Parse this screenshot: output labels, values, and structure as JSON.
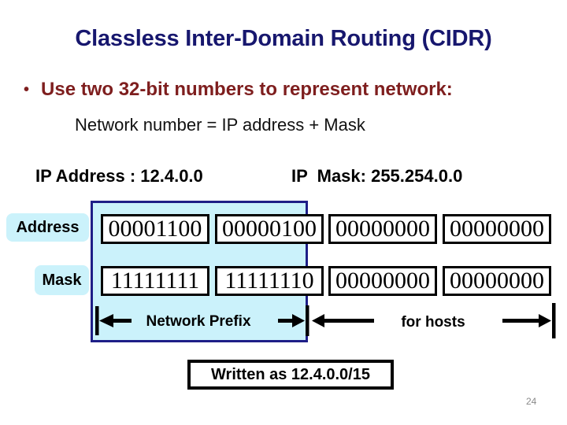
{
  "slide": {
    "title": "Classless Inter-Domain Routing (CIDR)",
    "bullet": {
      "marker": "•",
      "text": "Use two 32-bit numbers to represent network:"
    },
    "formula": "Network number = IP address + Mask",
    "ip_address": "IP Address : 12.4.0.0",
    "ip_mask": "IP  Mask: 255.254.0.0",
    "page_number": "24"
  },
  "bit_table": {
    "rows": [
      {
        "label": "Address",
        "cells": [
          "00001100",
          "00000100",
          "00000000",
          "00000000"
        ]
      },
      {
        "label": "Mask",
        "cells": [
          "11111111",
          "11111110",
          "00000000",
          "00000000"
        ]
      }
    ]
  },
  "diagram": {
    "network_prefix_label": "Network Prefix",
    "for_hosts_label": "for hosts",
    "written_as": "Written as 12.4.0.0/15"
  },
  "colors": {
    "title_navy": "#17176E",
    "bullet_maroon": "#7E1E1E",
    "highlight_fill": "#CBF2FB",
    "highlight_border": "#1E1E87",
    "text_black": "#000000",
    "page_number_gray": "#8A8A8A"
  }
}
